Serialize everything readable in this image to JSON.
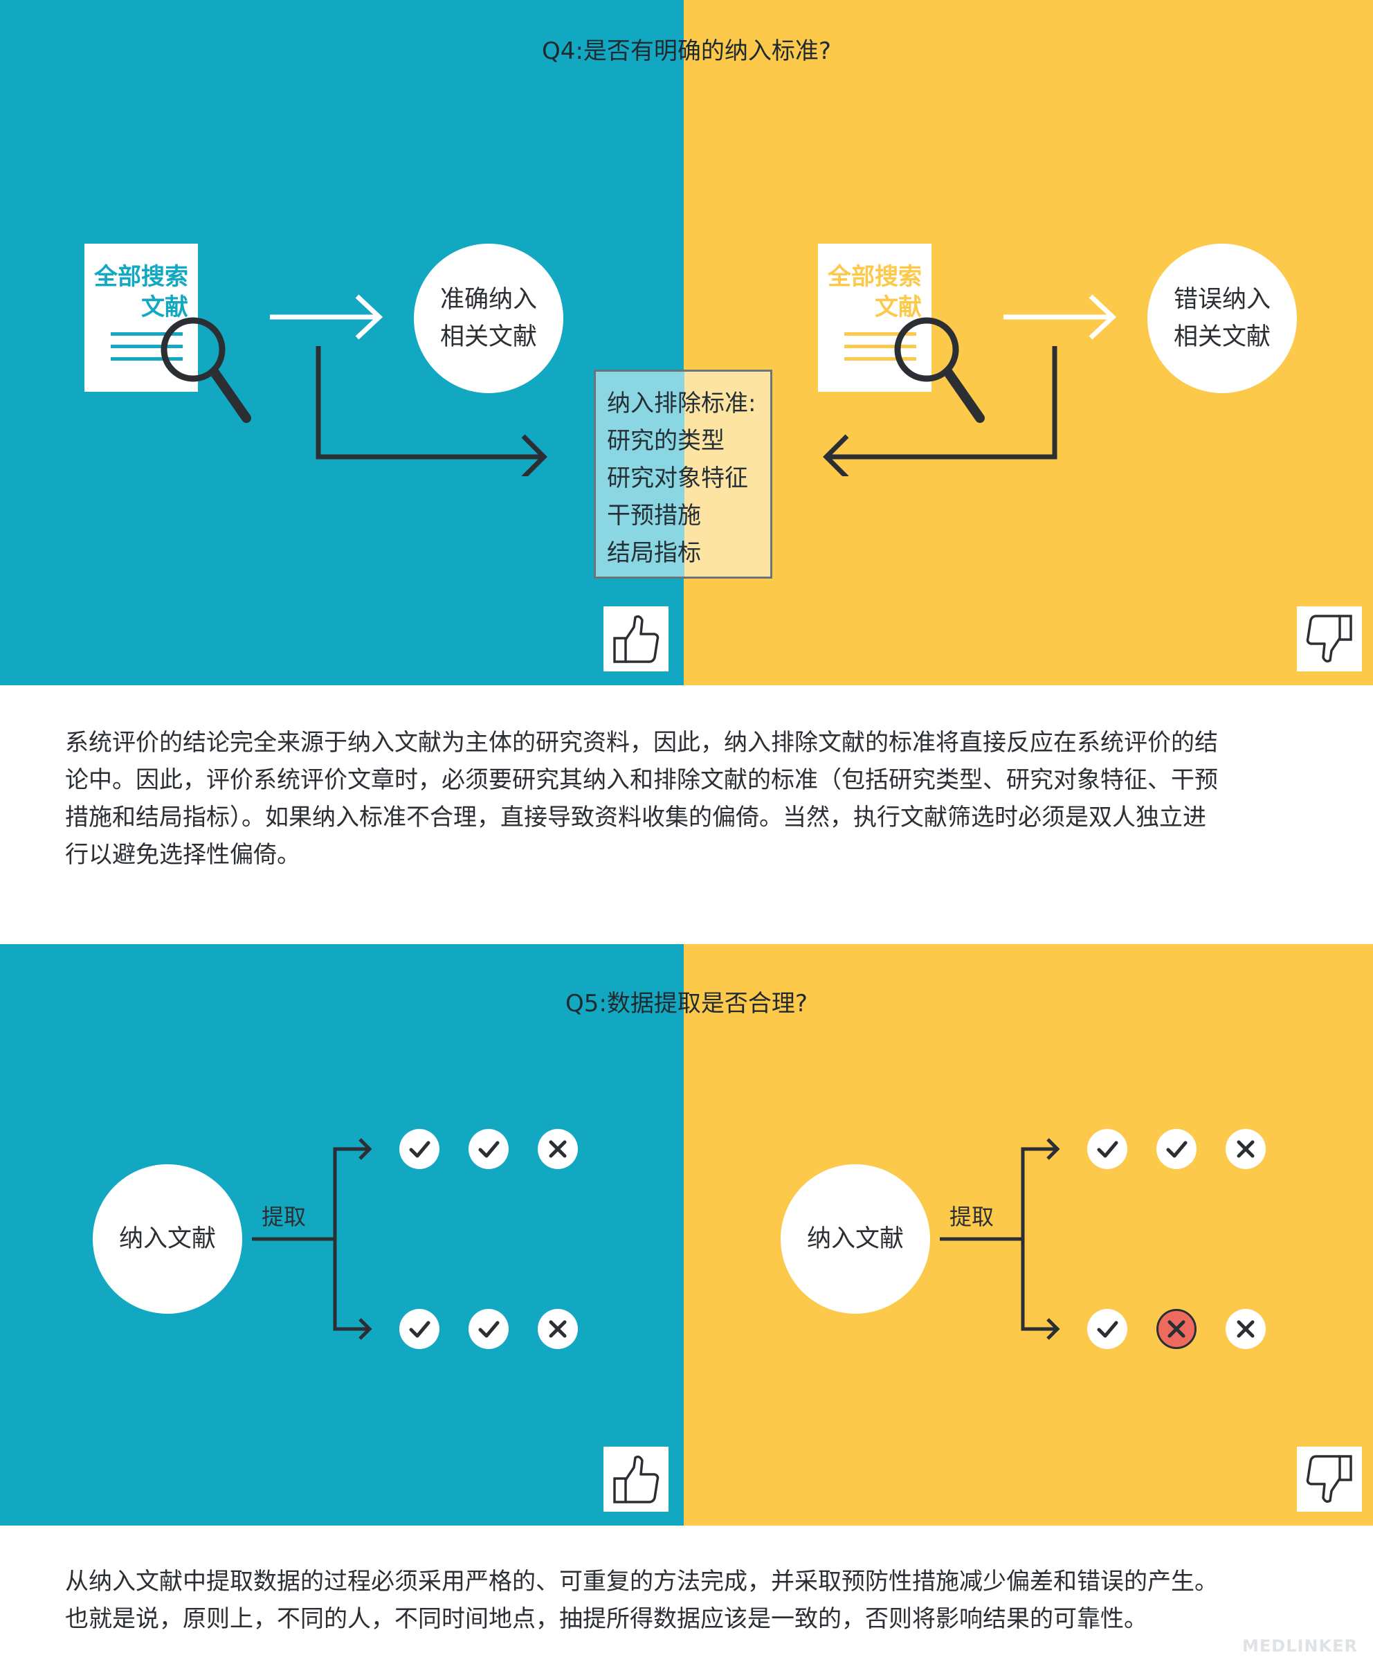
{
  "colors": {
    "teal": "#13a8c1",
    "yellow": "#fcc94a",
    "dark": "#2b2f33",
    "error_red": "#ec6a5e"
  },
  "q4": {
    "title": "Q4:是否有明确的纳入标准?",
    "left": {
      "doc_line1": "全部搜索",
      "doc_line2": "文献",
      "result_line1": "准确纳入",
      "result_line2": "相关文献",
      "verdict_icon": "thumbs-up-icon"
    },
    "right": {
      "doc_line1": "全部搜索",
      "doc_line2": "文献",
      "result_line1": "错误纳入",
      "result_line2": "相关文献",
      "verdict_icon": "thumbs-down-icon"
    },
    "criteria": {
      "title": "纳入排除标准:",
      "items": [
        "研究的类型",
        "研究对象特征",
        "干预措施",
        "结局指标"
      ]
    },
    "paragraph": [
      "系统评价的结论完全来源于纳入文献为主体的研究资料，因此，纳入排除文献的标准将直接反应在系统评价的结",
      "论中。因此，评价系统评价文章时，必须要研究其纳入和排除文献的标准（包括研究类型、研究对象特征、干预",
      "措施和结局指标）。如果纳入标准不合理，直接导致资料收集的偏倚。当然，执行文献筛选时必须是双人独立进",
      "行以避免选择性偏倚。"
    ]
  },
  "q5": {
    "title": "Q5:数据提取是否合理?",
    "left": {
      "source": "纳入文献",
      "action": "提取",
      "top_row": [
        "check",
        "check",
        "cross"
      ],
      "bottom_row": [
        "check",
        "check",
        "cross"
      ],
      "verdict_icon": "thumbs-up-icon"
    },
    "right": {
      "source": "纳入文献",
      "action": "提取",
      "top_row": [
        "check",
        "check",
        "cross"
      ],
      "bottom_row": [
        "check",
        "error",
        "cross"
      ],
      "verdict_icon": "thumbs-down-icon"
    },
    "paragraph": [
      "从纳入文献中提取数据的过程必须采用严格的、可重复的方法完成，并采取预防性措施减少偏差和错误的产生。",
      "也就是说，原则上，不同的人，不同时间地点，抽提所得数据应该是一致的，否则将影响结果的可靠性。"
    ]
  },
  "watermark": "MEDLINKER"
}
